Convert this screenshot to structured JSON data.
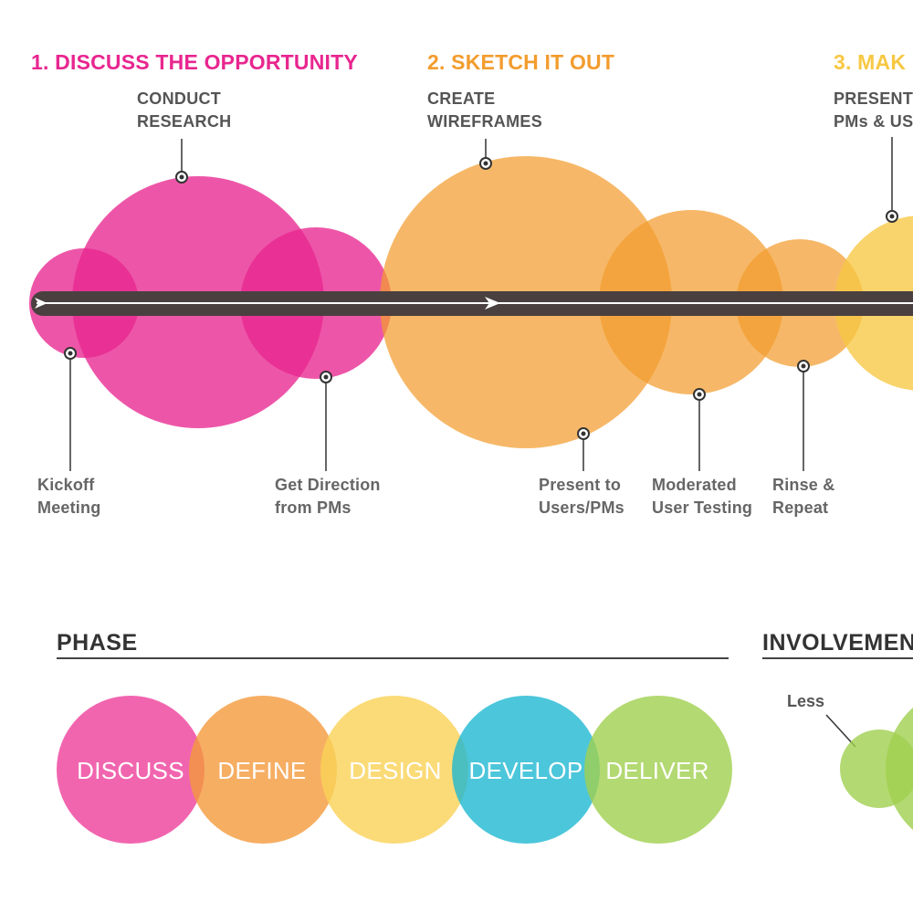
{
  "steps": [
    {
      "label": "1. DISCUSS THE OPPORTUNITY",
      "color": "#e8268f"
    },
    {
      "label": "2. SKETCH IT OUT",
      "color": "#f39c2e"
    },
    {
      "label": "3. MAK",
      "color": "#f7c843"
    }
  ],
  "top_notes": {
    "research": [
      "CONDUCT",
      "RESEARCH"
    ],
    "wireframes": [
      "CREATE",
      "WIREFRAMES"
    ],
    "present": [
      "PRESENT",
      "PMs & US"
    ]
  },
  "bottom_notes": {
    "kickoff": [
      "Kickoff",
      "Meeting"
    ],
    "direction": [
      "Get Direction",
      "from PMs"
    ],
    "present_users": [
      "Present to",
      "Users/PMs"
    ],
    "testing": [
      "Moderated",
      "User Testing"
    ],
    "rinse": [
      "Rinse &",
      "Repeat"
    ]
  },
  "phase": {
    "title": "PHASE",
    "items": [
      {
        "label": "DISCUSS",
        "color": "#ee3f9b"
      },
      {
        "label": "DEFINE",
        "color": "#f49a3c"
      },
      {
        "label": "DESIGN",
        "color": "#fad256"
      },
      {
        "label": "DEVELOP",
        "color": "#1fb8d2"
      },
      {
        "label": "DELIVER",
        "color": "#a0cf4f"
      }
    ]
  },
  "involvement": {
    "title": "INVOLVEMEN",
    "less_label": "Less",
    "color": "#a0cf4f"
  },
  "colors": {
    "pink": "#e8268f",
    "orange": "#f39c2e",
    "yellow": "#f7c843",
    "track": "#4a4040",
    "text": "#555555"
  }
}
